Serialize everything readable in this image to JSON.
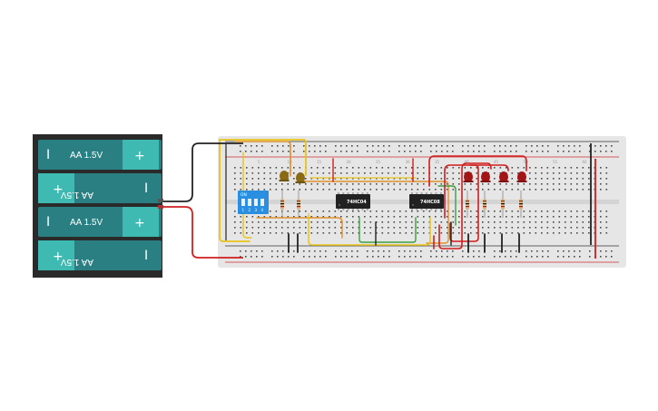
{
  "battery": {
    "cells": [
      {
        "label": "AA 1.5V",
        "flipped": false
      },
      {
        "label": "AA 1.5V",
        "flipped": true
      },
      {
        "label": "AA 1.5V",
        "flipped": false
      },
      {
        "label": "AA 1.5V",
        "flipped": true
      }
    ],
    "plus": "+",
    "minus": "I"
  },
  "dip_switch": {
    "on_label": "ON",
    "numbers": [
      "1",
      "2",
      "3",
      "4"
    ]
  },
  "chips": [
    {
      "label": "74HC04"
    },
    {
      "label": "74HC08"
    }
  ],
  "breadboard": {
    "column_numbers": [
      "5",
      "10",
      "15",
      "20",
      "25",
      "30",
      "35",
      "40",
      "45",
      "50",
      "55",
      "60"
    ],
    "row_letters_top": [
      "a",
      "b",
      "c",
      "d",
      "e"
    ],
    "row_letters_bottom": [
      "f",
      "g",
      "h",
      "i",
      "j"
    ]
  },
  "colors": {
    "board": "#e6e6e6",
    "hole": "#4a4a4a",
    "rail_red": "#d22d2d",
    "rail_dark": "#333333",
    "battery_body": "#2a2a2a",
    "cell_dark": "#2a7f83",
    "cell_light": "#3fbab3",
    "chip": "#222222",
    "led": "#a31515",
    "led_yellow": "#8a6a12",
    "dip": "#2a8fe0",
    "wire_yellow": "#e8c31a",
    "wire_orange": "#e0902a",
    "wire_red": "#d01f1f",
    "wire_green": "#3aa040",
    "wire_black": "#222222"
  },
  "components": {
    "leds_red": 4,
    "leds_yellow": 2,
    "resistors": 6
  }
}
